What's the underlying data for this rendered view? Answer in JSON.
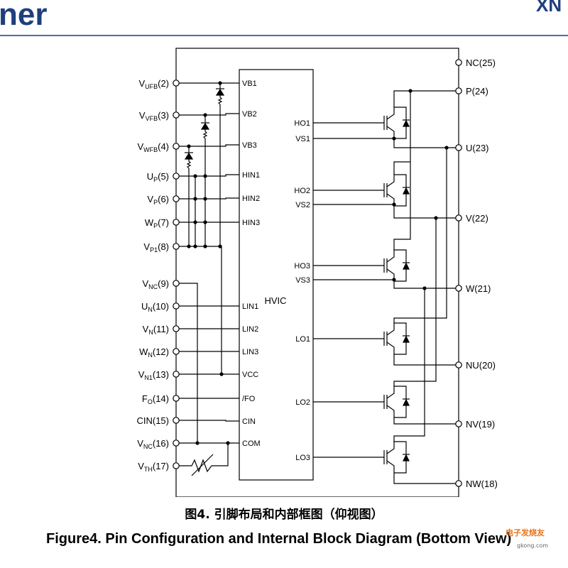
{
  "header": {
    "left_text": "ner",
    "right_text": "XN"
  },
  "left_pins": [
    {
      "main": "V",
      "sub": "UFB",
      "num": "(2)"
    },
    {
      "main": "V",
      "sub": "VFB",
      "num": "(3)"
    },
    {
      "main": "V",
      "sub": "WFB",
      "num": "(4)"
    },
    {
      "main": "U",
      "sub": "P",
      "num": "(5)"
    },
    {
      "main": "V",
      "sub": "P",
      "num": "(6)"
    },
    {
      "main": "W",
      "sub": "P",
      "num": "(7)"
    },
    {
      "main": "V",
      "sub": "P1",
      "num": "(8)"
    },
    {
      "main": "V",
      "sub": "NC",
      "num": "(9)"
    },
    {
      "main": "U",
      "sub": "N",
      "num": "(10)"
    },
    {
      "main": "V",
      "sub": "N",
      "num": "(11)"
    },
    {
      "main": "W",
      "sub": "N",
      "num": "(12)"
    },
    {
      "main": "V",
      "sub": "N1",
      "num": "(13)"
    },
    {
      "main": "F",
      "sub": "O",
      "num": "(14)"
    },
    {
      "main": "CIN",
      "sub": "",
      "num": "(15)"
    },
    {
      "main": "V",
      "sub": "NC",
      "num": "(16)"
    },
    {
      "main": "V",
      "sub": "TH",
      "num": "(17)"
    }
  ],
  "right_pins": [
    "NC(25)",
    "P(24)",
    "U(23)",
    "V(22)",
    "W(21)",
    "NU(20)",
    "NV(19)",
    "NW(18)"
  ],
  "hvic": {
    "title": "HVIC",
    "left_pins": [
      "VB1",
      "VB2",
      "VB3",
      "HIN1",
      "HIN2",
      "HIN3",
      "LIN1",
      "LIN2",
      "LIN3",
      "VCC",
      "/FO",
      "CIN",
      "COM"
    ],
    "right_pins": [
      "HO1",
      "VS1",
      "HO2",
      "VS2",
      "HO3",
      "VS3",
      "LO1",
      "LO2",
      "LO3"
    ]
  },
  "caption": {
    "cn": "图4. 引脚布局和内部框图（仰视图）",
    "en": "Figure4. Pin Configuration and Internal Block Diagram (Bottom View)"
  },
  "watermark": {
    "site": "电子发烧友",
    "url": "gkong.com"
  }
}
